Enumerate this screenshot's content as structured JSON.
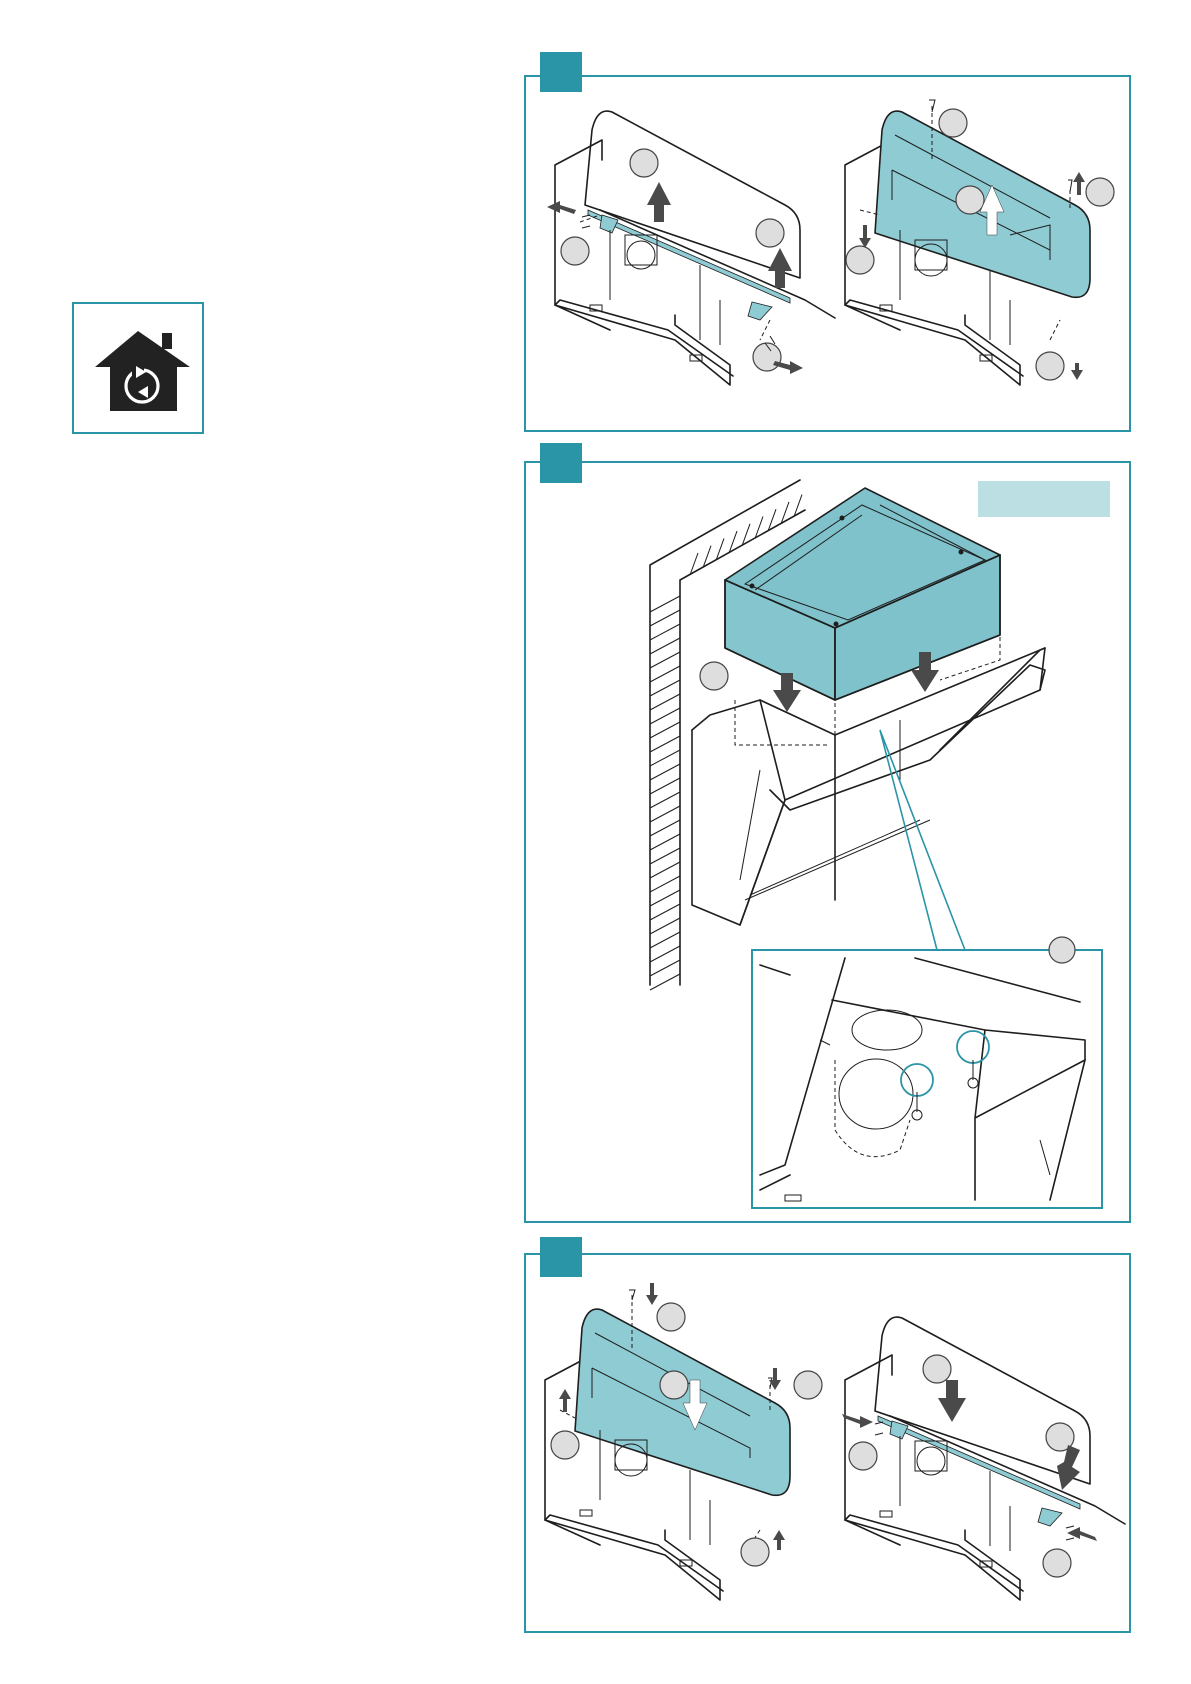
{
  "document": {
    "kind": "installation-manual-page",
    "colors": {
      "accent": "#2a95a6",
      "glass": "#8ecbd3",
      "glass_solid": "#7fc2cb",
      "label_box": "#bcdfe3"
    }
  },
  "left_icon": {
    "icon": "house-recirculation-icon"
  },
  "panels": [
    {
      "id": "panel-1",
      "description_icons": [
        "remove-screws",
        "lift-front-panel"
      ],
      "bubbles": 8
    },
    {
      "id": "panel-2",
      "label_box": "",
      "bubbles": 2
    },
    {
      "id": "panel-3",
      "description_icons": [
        "insert-screws",
        "lower-front-panel"
      ],
      "bubbles": 8
    }
  ]
}
